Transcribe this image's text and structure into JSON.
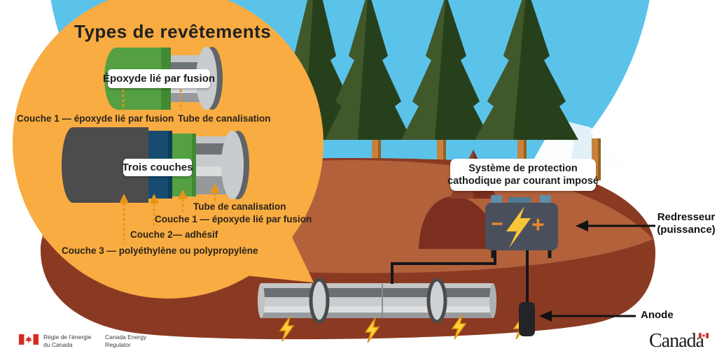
{
  "bubble": {
    "title": "Types de revêtements",
    "fusion_bond": {
      "label": "Époxyde lié par fusion",
      "layer1": "Couche 1 — époxyde lié par fusion",
      "pipe": "Tube de canalisation"
    },
    "three_layer": {
      "label": "Trois couches",
      "pipe": "Tube de canalisation",
      "layer1": "Couche 1 — époxyde lié par fusion",
      "layer2": "Couche 2— adhésif",
      "layer3": "Couche 3 — polyéthylène ou polypropylène"
    }
  },
  "cathodic": {
    "system_line1": "Système de protection",
    "system_line2": "cathodique par courant imposé",
    "rectifier_line1": "Redresseur",
    "rectifier_line2": "(puissance)",
    "anode": "Anode",
    "battery_minus": "−",
    "battery_plus": "+"
  },
  "footer": {
    "fr_line1": "Régie de l’énergie",
    "fr_line2": "du Canada",
    "en_line1": "Canada Energy",
    "en_line2": "Regulator",
    "wordmark": "Canada"
  },
  "icons": {
    "battery": "impressed-current-battery-icon",
    "lightning": "lightning-bolt-icon",
    "flag": "canada-flag-icon"
  },
  "colors": {
    "sky": "#5BC3EA",
    "bubble_orange": "#F8AC41",
    "tree_dark": "#27401C",
    "tree_light": "#41582A",
    "trunk": "#C8813D",
    "ground_light": "#B2613B",
    "ground_dark": "#8A3A22",
    "hill_dark": "#7C2F1E",
    "battery_body": "#49505C",
    "battery_terminal": "#5E8FA8",
    "lightning_yellow": "#F8C63A",
    "arrow_orange": "#E8941C",
    "coating_green": "#55A043",
    "coating_navy": "#174C70",
    "coating_charcoal": "#4C4C4C",
    "flag_red": "#D52B1E"
  }
}
